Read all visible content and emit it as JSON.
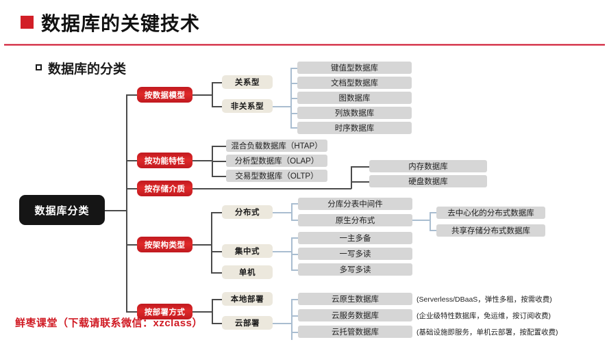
{
  "slide": {
    "title": "数据库的关键技术",
    "subtitle": "数据库的分类",
    "watermark": "鲜枣课堂（下载请联系微信：xzclass）",
    "accent_color": "#c8102e",
    "root_color": "#151515",
    "category_color": "#d21f27",
    "sub_color": "#ece8dd",
    "leaf_color": "#d6d6d6"
  },
  "diagram": {
    "root": "数据库分类",
    "categories": [
      {
        "label": "按数据模型"
      },
      {
        "label": "按功能特性"
      },
      {
        "label": "按存储介质"
      },
      {
        "label": "按架构类型"
      },
      {
        "label": "按部署方式"
      }
    ],
    "subnodes": {
      "relational": "关系型",
      "non_relational": "非关系型",
      "distributed": "分布式",
      "centralized": "集中式",
      "standalone": "单机",
      "on_premise": "本地部署",
      "cloud": "云部署"
    },
    "data_model_leaves": [
      "键值型数据库",
      "文档型数据库",
      "图数据库",
      "列族数据库",
      "时序数据库"
    ],
    "feature_leaves": [
      "混合负载数据库（HTAP）",
      "分析型数据库（OLAP）",
      "交易型数据库（OLTP）"
    ],
    "storage_leaves": [
      "内存数据库",
      "硬盘数据库"
    ],
    "distributed_leaves": [
      "分库分表中间件",
      "原生分布式"
    ],
    "native_distributed_leaves": [
      "去中心化的分布式数据库",
      "共享存储分布式数据库"
    ],
    "centralized_leaves": [
      "一主多备",
      "一写多读",
      "多写多读"
    ],
    "cloud_leaves": [
      "云原生数据库",
      "云服务数据库",
      "云托管数据库"
    ],
    "cloud_notes": [
      "(Serverless/DBaaS，弹性多租，按需收费)",
      "(企业级特性数据库，免运维，按订阅收费)",
      "(基础设施即服务，单机云部署，按配置收费)"
    ]
  }
}
